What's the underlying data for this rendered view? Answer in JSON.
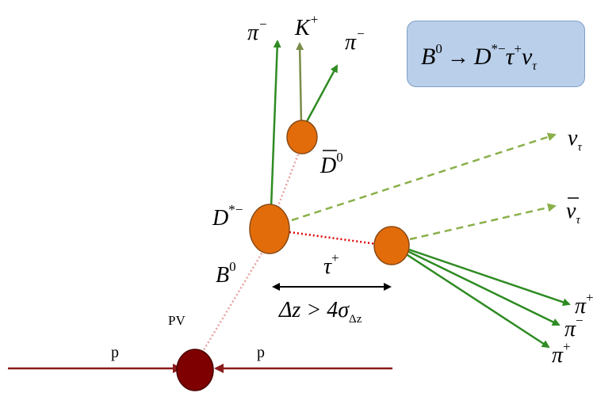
{
  "colors": {
    "vertex_orange": "#e36c0a",
    "vertex_stroke": "#8a4a14",
    "pv_fill": "#7f0000",
    "beam": "#8b1a1a",
    "track_green": "#2e8b22",
    "kaon_track": "#7a8c4a",
    "neutrino_dashed": "#8ab04a",
    "flight_b": "#e8a0a0",
    "flight_red": "#e00000",
    "box_fill": "#b9cfea",
    "box_stroke": "#7f9fc8"
  },
  "formula": {
    "B": "B",
    "B_sup": "0",
    "arrow": "→",
    "D": "D",
    "D_sup": "*−",
    "tau": "τ",
    "tau_sup": "+",
    "nu": "ν",
    "nu_sub": "τ"
  },
  "labels": {
    "pi_minus_top": {
      "base": "π",
      "sup": "−"
    },
    "kaon": {
      "base": "K",
      "sup": "+"
    },
    "pi_minus_right": {
      "base": "π",
      "sup": "−"
    },
    "dbar0": {
      "base": "D",
      "sup": "0"
    },
    "nu_tau": {
      "base": "ν",
      "sub": "τ"
    },
    "nubar_tau": {
      "base": "ν",
      "sub": "τ"
    },
    "dstar": {
      "base": "D",
      "sup": "*−"
    },
    "tau_plus": {
      "base": "τ",
      "sup": "+"
    },
    "b0": {
      "base": "B",
      "sup": "0"
    },
    "pi_plus_1": {
      "base": "π",
      "sup": "+"
    },
    "pi_minus_low": {
      "base": "π",
      "sup": "−"
    },
    "pi_plus_2": {
      "base": "π",
      "sup": "+"
    },
    "pv": "PV",
    "proton_left": "p",
    "proton_right": "p",
    "delta_z": {
      "delta": "Δz > 4σ",
      "sub": "Δz"
    }
  }
}
